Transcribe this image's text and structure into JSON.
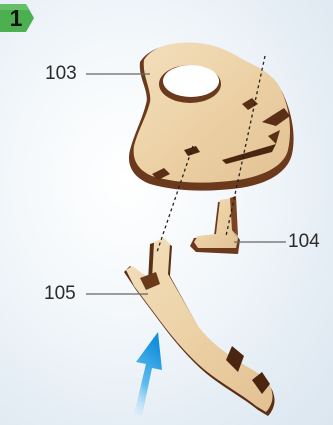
{
  "step": {
    "number": "1"
  },
  "callouts": {
    "part_103": "103",
    "part_104": "104",
    "part_105": "105"
  },
  "colors": {
    "badge_green": "#4caf50",
    "wood_face": "#edd4ab",
    "wood_edge": "#6b3a1c",
    "arrow_blue": "#1e9de0",
    "dashed_line": "#222222"
  }
}
